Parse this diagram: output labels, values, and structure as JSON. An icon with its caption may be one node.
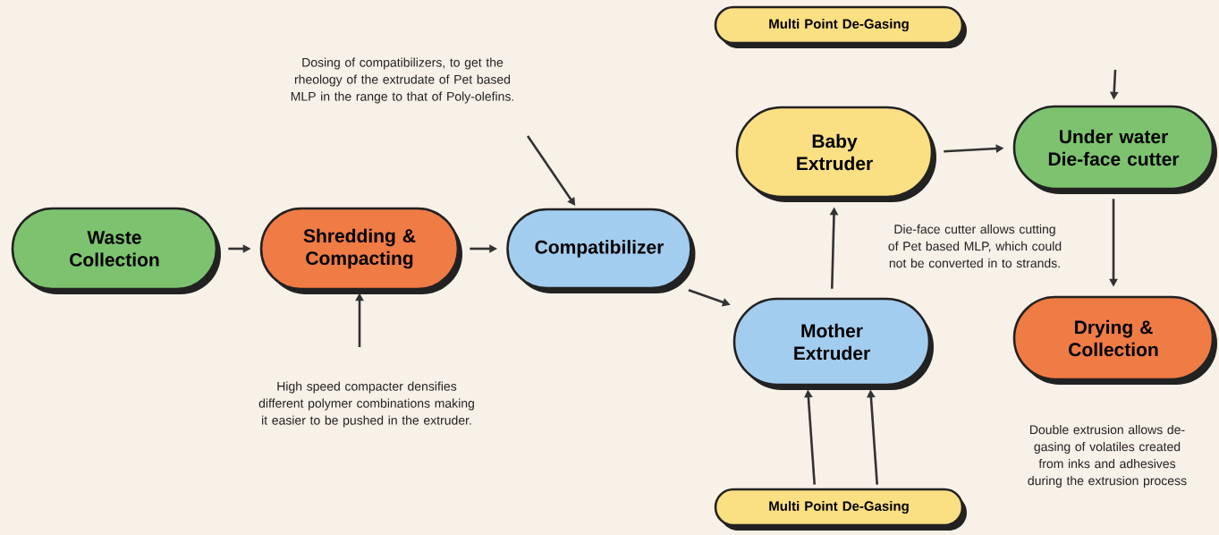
{
  "diagram": {
    "nodes": [
      {
        "text": [
          "Waste Collection"
        ]
      },
      {
        "text": [
          "Shredding & Compacting"
        ]
      },
      {
        "text": [
          "Compatibilizer"
        ]
      },
      {
        "text": [
          "Multi Point De-Gasing"
        ]
      },
      {
        "text": [
          "Baby Extruder"
        ]
      },
      {
        "text": [
          "Under water Die-face cutter"
        ]
      },
      {
        "text": [
          "Mother Extruder"
        ]
      },
      {
        "text": [
          "Drying & Collection"
        ]
      },
      {
        "text": [
          "Multi Point De-Gasing"
        ]
      }
    ],
    "edges": [
      {
        "from": 0,
        "to": 1,
        "arrow": "to"
      },
      {
        "from": 1,
        "to": 2,
        "arrow": "to"
      },
      {
        "from": null,
        "to": 2,
        "arrow": "to"
      },
      {
        "from": null,
        "to": 1,
        "arrow": "to"
      },
      {
        "from": 2,
        "to": 6,
        "arrow": "to"
      },
      {
        "from": 6,
        "to": 4,
        "arrow": "to"
      },
      {
        "from": 4,
        "to": 5,
        "arrow": "to"
      },
      {
        "from": null,
        "to": 5,
        "arrow": "to"
      },
      {
        "from": 5,
        "to": 7,
        "arrow": "to"
      },
      {
        "from": 8,
        "to": 6,
        "arrow": "to"
      },
      {
        "from": 8,
        "to": 6,
        "arrow": "to"
      }
    ],
    "labels": [
      "Dosing of compatibilizers, to get the rheology of the extrudate of Pet based MLP in the range to that of Poly-olefins.",
      "Die-face cutter allows cutting of Pet based MLP, which could not be converted in to strands.",
      "High speed compacter densifies different polymer combinations making it easier to be pushed in the extruder.",
      "Double extrusion allows de-gasing of volatiles created from inks and adhesives during the extrusion process"
    ]
  }
}
